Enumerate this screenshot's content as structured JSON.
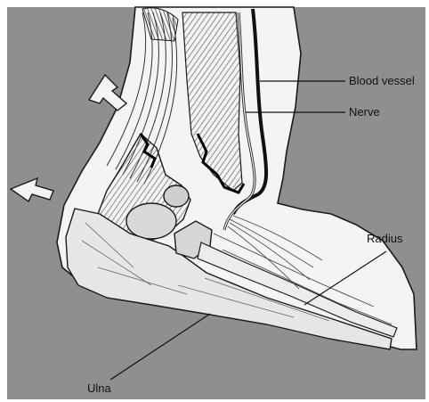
{
  "figure": {
    "labels": {
      "blood_vessel": "Blood vessel",
      "nerve": "Nerve",
      "radius": "Radius",
      "ulna": "Ulna"
    },
    "colors": {
      "background": "#8f8f8f",
      "skin": "#f4f4f4",
      "ink": "#1a1a1a"
    },
    "icons": [
      "arrow-up-left-icon",
      "arrow-left-icon"
    ]
  }
}
